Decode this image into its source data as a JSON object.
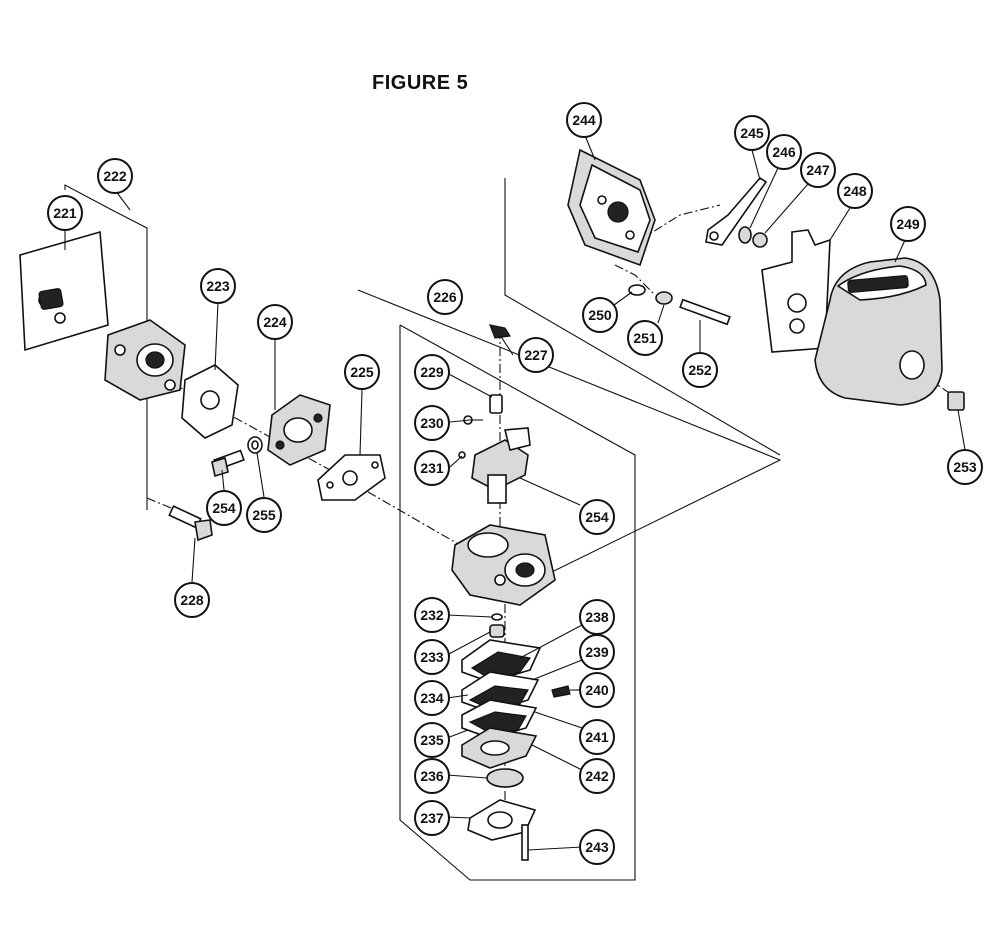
{
  "figure_title": "FIGURE 5",
  "callouts": [
    "221",
    "222",
    "223",
    "224",
    "225",
    "226",
    "227",
    "228",
    "229",
    "230",
    "231",
    "232",
    "233",
    "234",
    "235",
    "236",
    "237",
    "238",
    "239",
    "240",
    "241",
    "242",
    "243",
    "244",
    "245",
    "246",
    "247",
    "248",
    "249",
    "250",
    "251",
    "252",
    "253",
    "254",
    "254",
    "255"
  ],
  "colors": {
    "ink": "#111111",
    "shade": "#d9d9d9",
    "paper": "#ffffff"
  }
}
